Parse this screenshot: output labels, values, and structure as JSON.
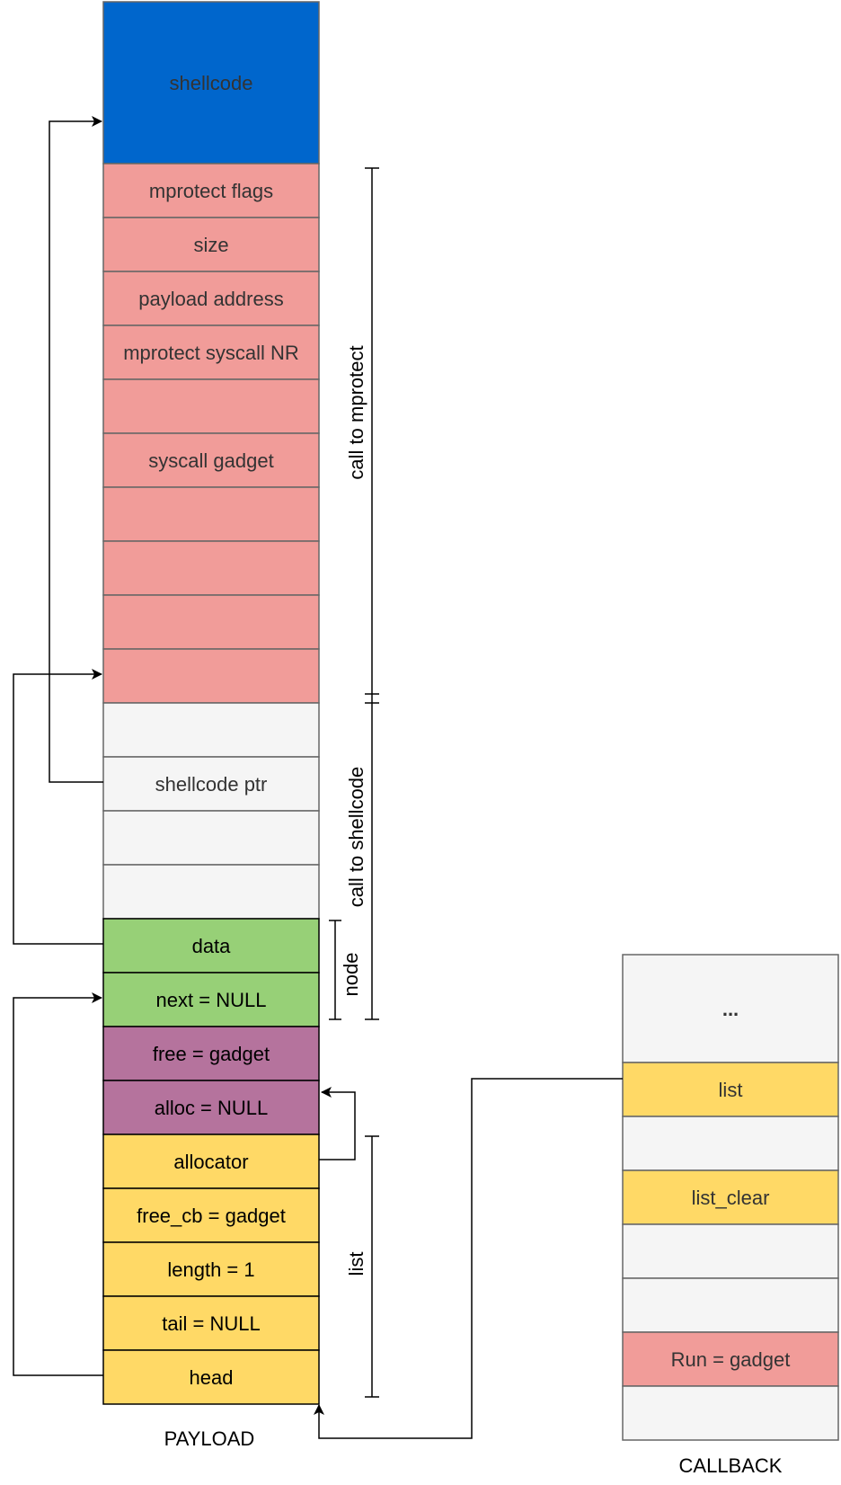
{
  "colors": {
    "shellcode": "#0066cc",
    "mprotect": "#f19c99",
    "empty": "#f5f5f5",
    "node": "#97d077",
    "allocator": "#b5739d",
    "list": "#ffd966",
    "border": "#666666",
    "text_dark": "#333333",
    "text_black": "#000000",
    "line": "#000000"
  },
  "payload": {
    "title": "PAYLOAD",
    "cells": [
      {
        "label": "shellcode",
        "color": "shellcode",
        "text": "text_dark",
        "span": 3
      },
      {
        "label": "mprotect flags",
        "color": "mprotect",
        "text": "text_dark"
      },
      {
        "label": "size",
        "color": "mprotect",
        "text": "text_dark"
      },
      {
        "label": "payload address",
        "color": "mprotect",
        "text": "text_dark"
      },
      {
        "label": "mprotect syscall NR",
        "color": "mprotect",
        "text": "text_dark"
      },
      {
        "label": "",
        "color": "mprotect",
        "text": "text_dark"
      },
      {
        "label": "syscall gadget",
        "color": "mprotect",
        "text": "text_dark"
      },
      {
        "label": "",
        "color": "mprotect",
        "text": "text_dark"
      },
      {
        "label": "",
        "color": "mprotect",
        "text": "text_dark"
      },
      {
        "label": "",
        "color": "mprotect",
        "text": "text_dark"
      },
      {
        "label": "",
        "color": "mprotect",
        "text": "text_dark"
      },
      {
        "label": "",
        "color": "empty",
        "text": "text_dark"
      },
      {
        "label": "shellcode ptr",
        "color": "empty",
        "text": "text_dark"
      },
      {
        "label": "",
        "color": "empty",
        "text": "text_dark"
      },
      {
        "label": "",
        "color": "empty",
        "text": "text_dark"
      },
      {
        "label": "data",
        "color": "node",
        "text": "text_black"
      },
      {
        "label": "next = NULL",
        "color": "node",
        "text": "text_black"
      },
      {
        "label": "free = gadget",
        "color": "allocator",
        "text": "text_black"
      },
      {
        "label": "alloc = NULL",
        "color": "allocator",
        "text": "text_black"
      },
      {
        "label": "allocator",
        "color": "list",
        "text": "text_black"
      },
      {
        "label": "free_cb = gadget",
        "color": "list",
        "text": "text_black"
      },
      {
        "label": "length = 1",
        "color": "list",
        "text": "text_black"
      },
      {
        "label": "tail = NULL",
        "color": "list",
        "text": "text_black"
      },
      {
        "label": "head",
        "color": "list",
        "text": "text_black"
      }
    ]
  },
  "callback": {
    "title": "CALLBACK",
    "cells": [
      {
        "label": "...",
        "color": "empty",
        "text": "text_dark",
        "span": 2,
        "bold": true
      },
      {
        "label": "list",
        "color": "list",
        "text": "text_dark"
      },
      {
        "label": "",
        "color": "empty",
        "text": "text_dark"
      },
      {
        "label": "list_clear",
        "color": "list",
        "text": "text_dark"
      },
      {
        "label": "",
        "color": "empty",
        "text": "text_dark"
      },
      {
        "label": "",
        "color": "empty",
        "text": "text_dark"
      },
      {
        "label": "Run = gadget",
        "color": "mprotect",
        "text": "text_dark"
      },
      {
        "label": "",
        "color": "empty",
        "text": "text_dark"
      }
    ]
  },
  "brackets": [
    {
      "name": "bracket-call-to-mprotect",
      "label": "call to mprotect"
    },
    {
      "name": "bracket-call-to-shellcode",
      "label": "call to shellcode"
    },
    {
      "name": "bracket-node",
      "label": "node"
    },
    {
      "name": "bracket-list",
      "label": "list"
    }
  ]
}
